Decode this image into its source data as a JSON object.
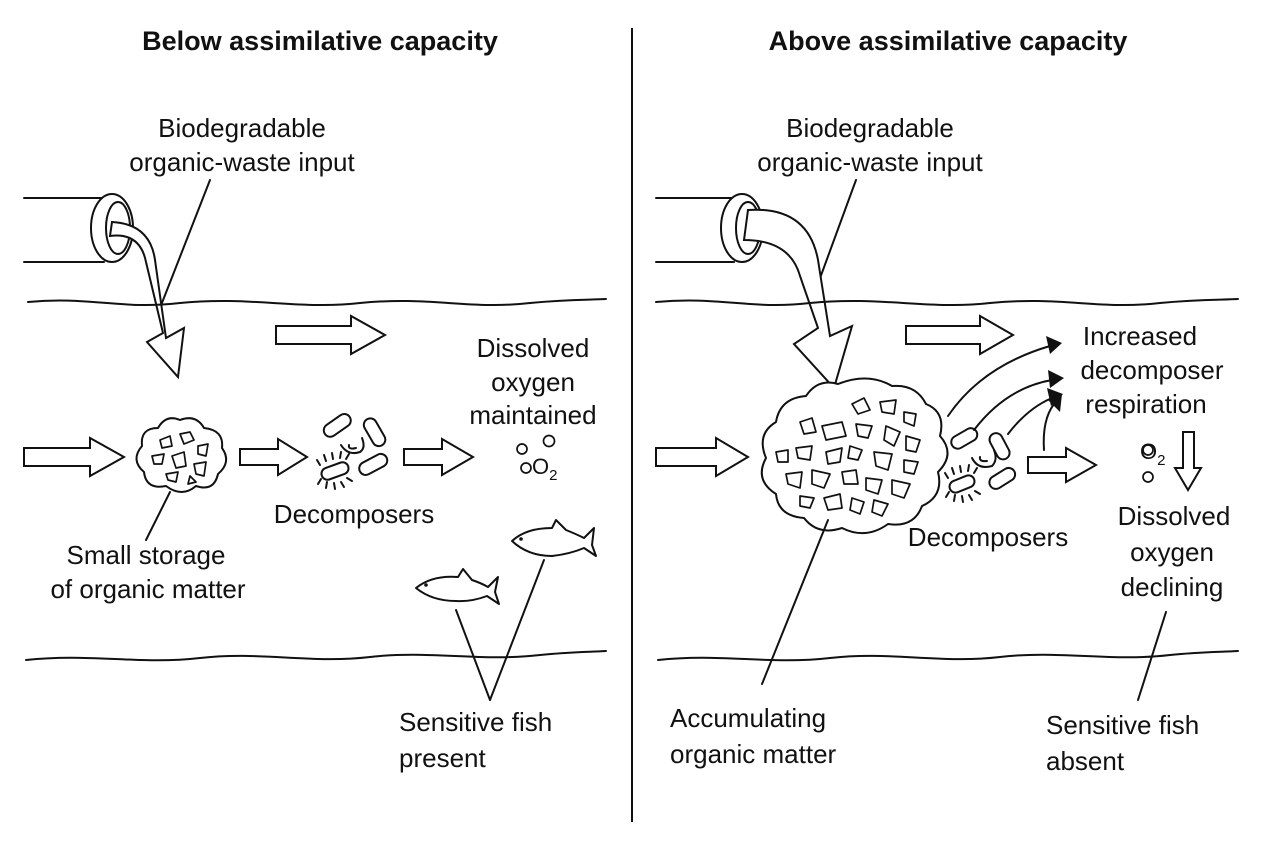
{
  "left_panel": {
    "title": "Below assimilative capacity",
    "input_label": [
      "Biodegradable",
      "organic-waste input"
    ],
    "storage_label": [
      "Small storage",
      "of organic matter"
    ],
    "decomposers_label": "Decomposers",
    "oxygen_label": [
      "Dissolved",
      "oxygen",
      "maintained"
    ],
    "o2_symbol": "O",
    "o2_subscript": "2",
    "fish_label": [
      "Sensitive fish",
      "present"
    ]
  },
  "right_panel": {
    "title": "Above assimilative capacity",
    "input_label": [
      "Biodegradable",
      "organic-waste input"
    ],
    "accumulating_label": [
      "Accumulating",
      "organic matter"
    ],
    "decomposers_label": "Decomposers",
    "respiration_label": [
      "Increased",
      "decomposer",
      "respiration"
    ],
    "o2_symbol": "O",
    "o2_subscript": "2",
    "oxygen_label": [
      "Dissolved",
      "oxygen",
      "declining"
    ],
    "fish_label": [
      "Sensitive fish",
      "absent"
    ]
  }
}
